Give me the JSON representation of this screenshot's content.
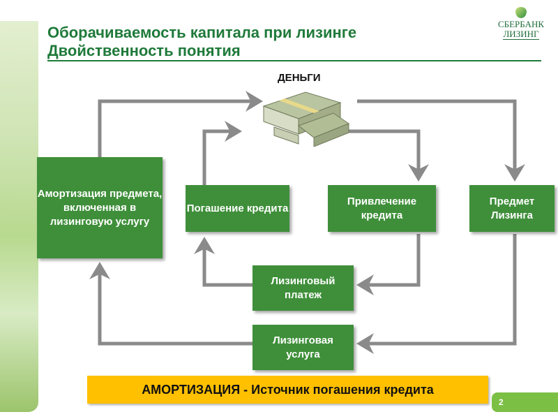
{
  "header": {
    "title_line1": "Оборачиваемость капитала при лизинге",
    "title_line2": "Двойственность понятия"
  },
  "logo": {
    "line1": "СБЕРБАНК",
    "line2": "ЛИЗИНГ"
  },
  "diagram": {
    "money_label": "ДЕНЬГИ",
    "amortization": "Амортизация предмета, включенная в лизинговую услугу",
    "repayment": "Погашение кредита",
    "borrowing": "Привлечение кредита",
    "leasing_object": "Предмет Лизинга",
    "leasing_payment": "Лизинговый платеж",
    "leasing_service": "Лизинговая услуга"
  },
  "banner": "АМОРТИЗАЦИЯ - Источник погашения кредита",
  "page_number": "2",
  "colors": {
    "title": "#1f7a3a",
    "box": "#3f8f3a",
    "arrow": "#8a8a8a",
    "banner": "#ffc000",
    "page_tab": "#7bbf45"
  }
}
